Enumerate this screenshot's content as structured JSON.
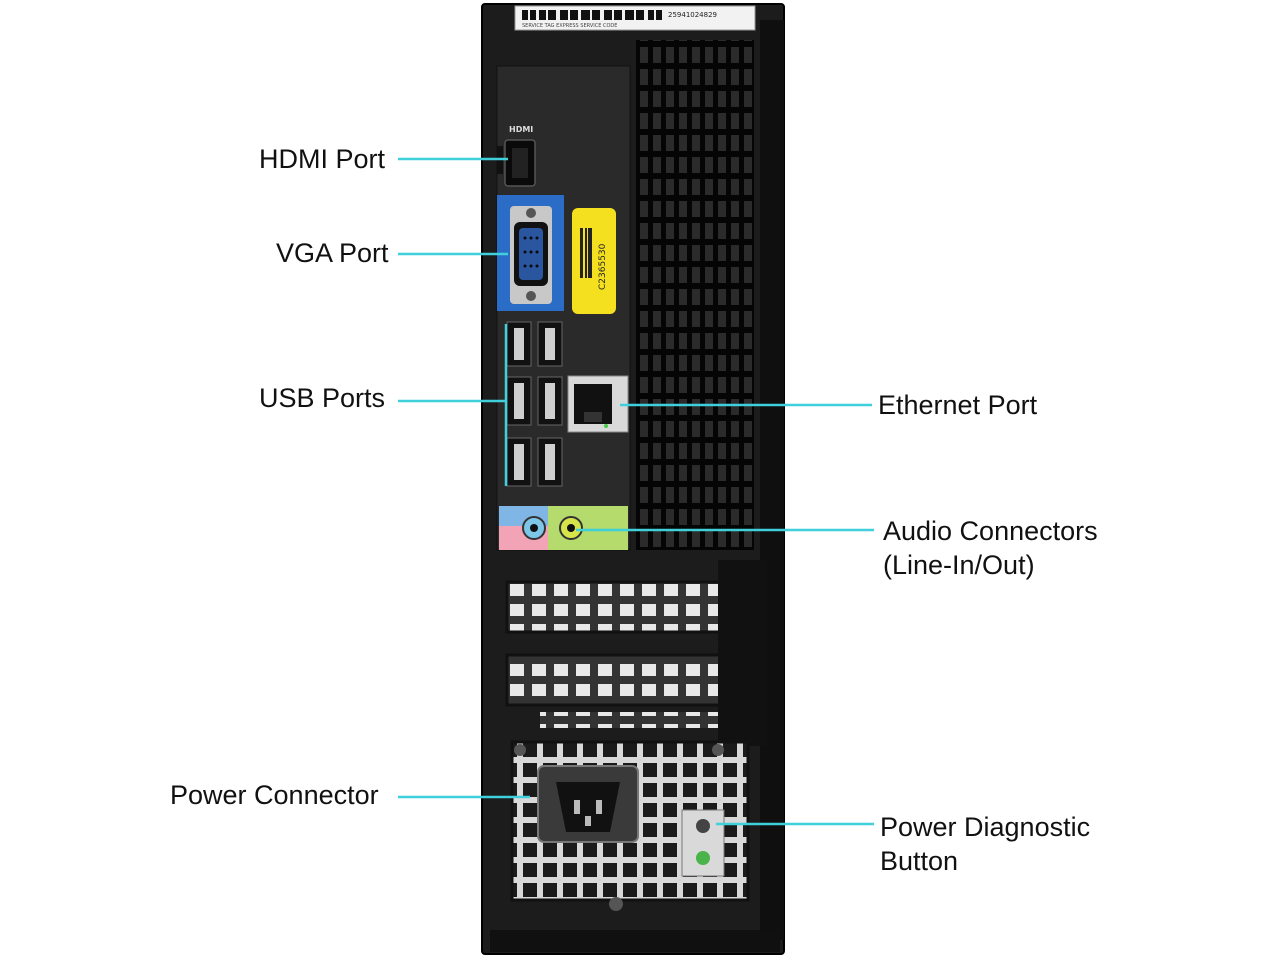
{
  "labels": {
    "hdmi": "HDMI Port",
    "vga": "VGA Port",
    "usb": "USB Ports",
    "power_connector": "Power Connector",
    "ethernet": "Ethernet Port",
    "audio_line1": "Audio Connectors",
    "audio_line2": "(Line-In/Out)",
    "power_diag_line1": "Power Diagnostic",
    "power_diag_line2": "Button"
  },
  "device_text": {
    "top_sticker_number": "25941024829",
    "top_sticker_fine": "SERVICE TAG EXPRESS SERVICE CODE",
    "hdmi_marking": "HDMI",
    "yellow_sticker": "C2365530"
  },
  "colors": {
    "leader_line": "#3fd0dc",
    "chassis": "#1c1c1c",
    "vga_panel": "#2b6cc6",
    "yellow_sticker": "#f4e01e",
    "audio_pink": "#f2a3b6",
    "audio_green": "#b5db6c"
  }
}
